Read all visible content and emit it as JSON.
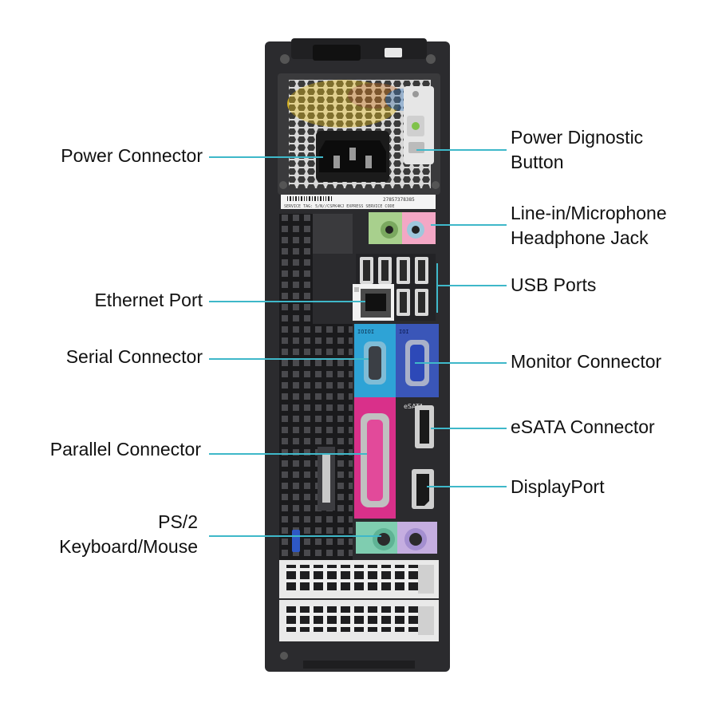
{
  "labels": {
    "power_connector": "Power Connector",
    "power_diagnostic": [
      "Power Dignostic",
      "Button"
    ],
    "line_in_headphone": [
      "Line-in/Microphone",
      "Headphone Jack"
    ],
    "usb_ports": "USB Ports",
    "ethernet_port": "Ethernet Port",
    "serial_connector": "Serial Connector",
    "monitor_connector": "Monitor Connector",
    "esata_connector": "eSATA Connector",
    "parallel_connector": "Parallel Connector",
    "displayport": "DisplayPort",
    "ps2": [
      "PS/2",
      "Keyboard/Mouse"
    ]
  },
  "chassis": {
    "service_tag_text": "SERVICE TAG: 5/N//CSPK4KJ EXPRESS SERVICE CODE",
    "express_code": "27857378385",
    "esata_marking": "eSATA",
    "serial_marking": "IOIOI",
    "vga_marking": "IOI"
  },
  "colors": {
    "chassis": "#2b2b2e",
    "leader_line": "#3fb8c9",
    "serial_panel": "#2ea3d6",
    "vga_panel": "#3a56b8",
    "parallel_panel": "#d9308a",
    "audio_green": "#a8d08d",
    "audio_pink": "#f3a7c5",
    "ps2_green": "#7fcdb0",
    "ps2_purple": "#c5aee0",
    "psu_fan_yellow": "#f0c419"
  }
}
